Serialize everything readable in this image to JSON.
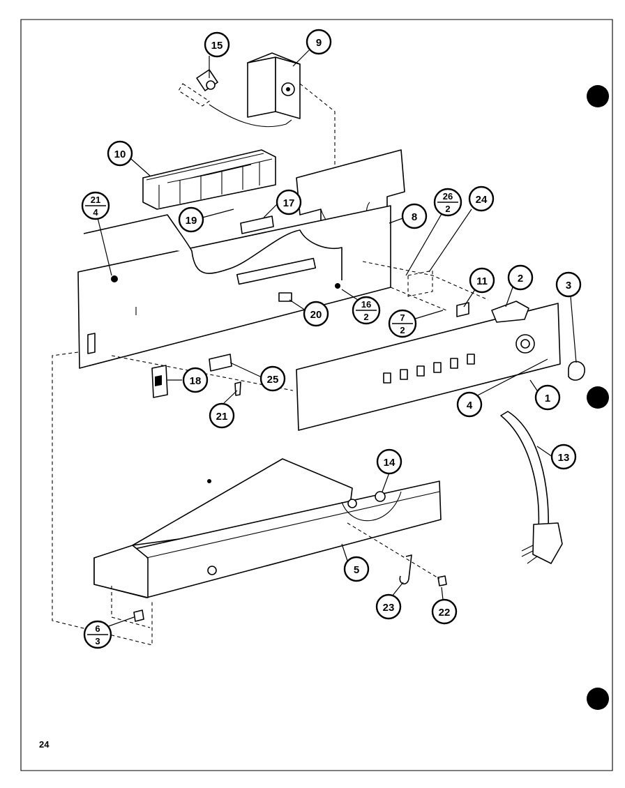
{
  "page": {
    "number": "24"
  },
  "callouts": {
    "c15": "15",
    "c9": "9",
    "c10": "10",
    "c17": "17",
    "c19": "19",
    "c8": "8",
    "c24": "24",
    "c11": "11",
    "c2": "2",
    "c3": "3",
    "c20": "20",
    "c18": "18",
    "c25": "25",
    "c21": "21",
    "c4": "4",
    "c1": "1",
    "c13": "13",
    "c14": "14",
    "c5": "5",
    "c23": "23",
    "c22": "22",
    "f21_4": {
      "top": "21",
      "bottom": "4"
    },
    "f26_2": {
      "top": "26",
      "bottom": "2"
    },
    "f16_2": {
      "top": "16",
      "bottom": "2"
    },
    "f7_2": {
      "top": "7",
      "bottom": "2"
    },
    "f6_3": {
      "top": "6",
      "bottom": "3"
    }
  }
}
